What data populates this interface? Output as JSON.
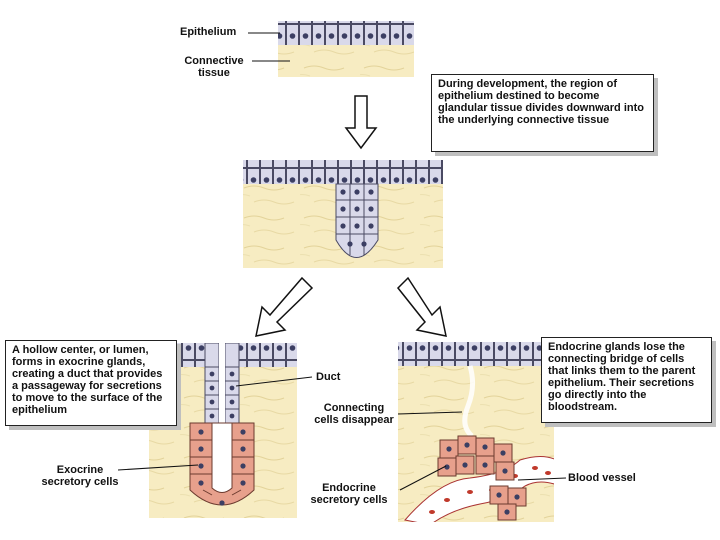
{
  "labels": {
    "epithelium": "Epithelium",
    "connective_tissue": "Connective tissue",
    "duct": "Duct",
    "connecting_cells": "Connecting cells disappear",
    "exocrine_cells": "Exocrine secretory cells",
    "endocrine_cells": "Endocrine secretory cells",
    "blood_vessel": "Blood vessel"
  },
  "captions": {
    "development": "During development, the region of epithelium destined to become glandular tissue divides downward into the underlying connective tissue",
    "exocrine": "A hollow center, or lumen, forms in exocrine glands, creating a duct that provides a passageway for secretions to move to the surface of the epithelium",
    "endocrine": "Endocrine glands lose the connecting bridge of cells that links them to the parent epithelium. Their secretions go directly into the bloodstream."
  },
  "colors": {
    "connective_tissue": "#f7ecc2",
    "epithelial_cell": "#d9d9ea",
    "secretory_cell": "#e7a08c",
    "blood_cell": "#c0392b",
    "nucleus": "#3c3f63"
  }
}
